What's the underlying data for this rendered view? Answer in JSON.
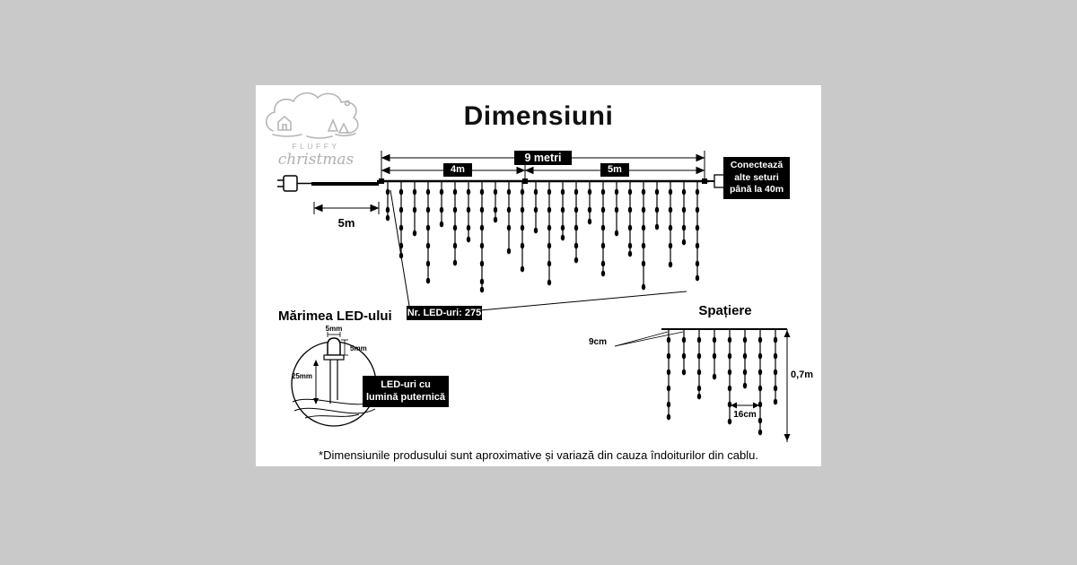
{
  "page": {
    "title": "Dimensiuni",
    "footnote": "*Dimensiunile produsului sunt aproximative și variază din cauza îndoiturilor din cablu."
  },
  "logo": {
    "top_text": "FLUFFY",
    "script_text": "christmas"
  },
  "main_diagram": {
    "total_span": "9 metri",
    "left_span": "4m",
    "right_span": "5m",
    "lead_length": "5m",
    "connector_note": "Conectează alte seturi până la 40m",
    "led_count": "Nr. LED-uri: 275"
  },
  "led_detail": {
    "heading": "Mărimea LED-ului",
    "bulb_width": "5mm",
    "bulb_height": "5mm",
    "led_length": "25mm",
    "note": "LED-uri cu lumină puternică"
  },
  "spacing_detail": {
    "heading": "Spațiere",
    "drop_gap": "9cm",
    "horizontal_gap": "16cm",
    "drop_length": "0,7m"
  },
  "colors": {
    "background": "#c9c9c9",
    "panel": "#ffffff",
    "ink": "#000000",
    "label_bg": "#000000",
    "label_fg": "#ffffff",
    "logo": "#b6b6b6"
  }
}
